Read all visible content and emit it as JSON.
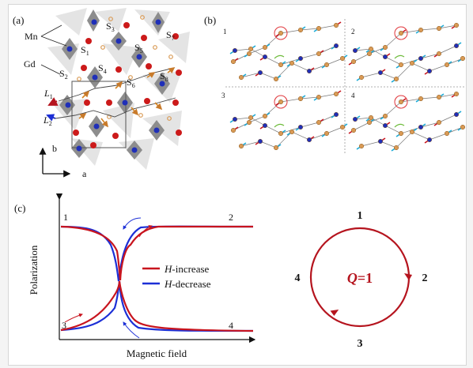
{
  "panels": {
    "a": {
      "label": "(a)",
      "atoms": {
        "mn": "Mn",
        "gd": "Gd"
      },
      "sites": {
        "s1": "S",
        "s1_sub": "1",
        "s2": "S",
        "s2_sub": "2",
        "s3": "S",
        "s3_sub": "3",
        "s4": "S",
        "s4_sub": "4",
        "s5": "S",
        "s5_sub": "5",
        "s6": "S",
        "s6_sub": "6",
        "s7": "S",
        "s7_sub": "7",
        "s8": "S",
        "s8_sub": "8"
      },
      "bonds": {
        "l1": "L",
        "l1_sub": "1",
        "l2": "L",
        "l2_sub": "2"
      },
      "axes": {
        "b": "b",
        "a": "a"
      }
    },
    "b": {
      "label": "(b)",
      "states": [
        "1",
        "2",
        "3",
        "4"
      ]
    },
    "c": {
      "label": "(c)",
      "xlabel": "Magnetic field",
      "ylabel": "Polarization",
      "corner_numbers": [
        "1",
        "2",
        "3",
        "4"
      ],
      "legend": [
        {
          "symbol": "H",
          "suffix": "-increase",
          "color": "#c8141e"
        },
        {
          "symbol": "H",
          "suffix": "-decrease",
          "color": "#1c2fd6"
        }
      ],
      "cycle": {
        "positions": [
          "1",
          "2",
          "3",
          "4"
        ],
        "label_q": "Q",
        "label_eq": "=1",
        "color": "#b5141e"
      }
    }
  },
  "colors": {
    "mn_atom": "#1f2fb8",
    "gd_atom": "#cc1a1a",
    "o_atom": "#d99a55",
    "spin_red": "#c8141e",
    "spin_cyan": "#1aaad6"
  }
}
